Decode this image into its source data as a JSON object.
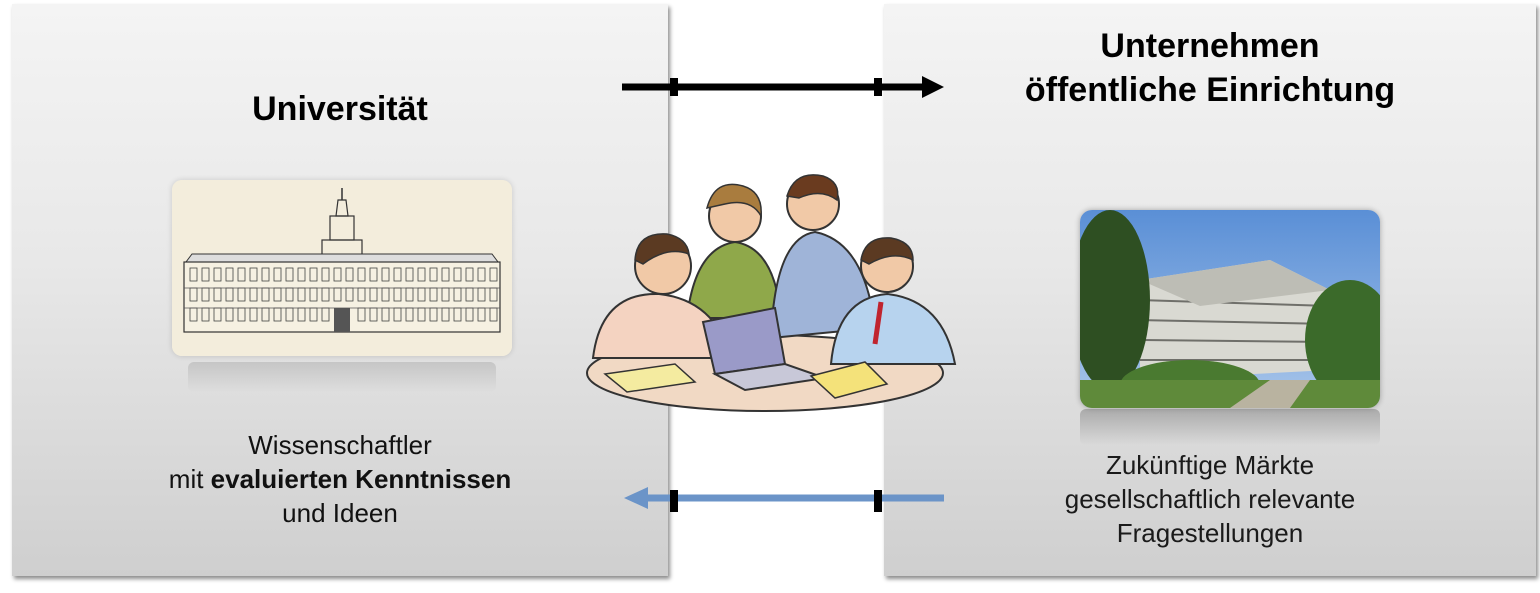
{
  "left": {
    "title": "Universität",
    "desc_line1": "Wissenschaftler",
    "desc_line2_prefix": "mit ",
    "desc_line2_bold": "evaluierten Kenntnissen",
    "desc_line3": "und Ideen",
    "image_icon": "university-building-drawing"
  },
  "right": {
    "title_line1": "Unternehmen",
    "title_line2": "öffentliche Einrichtung",
    "desc_line1": "Zukünftige Märkte",
    "desc_line2": "gesellschaftlich relevante",
    "desc_line3": "Fragestellungen",
    "image_icon": "office-building-photo"
  },
  "center": {
    "image_icon": "team-meeting-clipart"
  },
  "arrows": {
    "top": {
      "direction": "right",
      "color": "#000000"
    },
    "bottom": {
      "direction": "left",
      "color": "#6b94c8"
    }
  }
}
